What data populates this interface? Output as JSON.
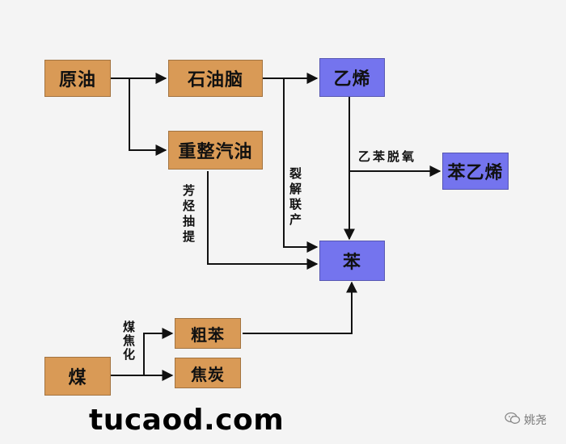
{
  "nodes": {
    "crude_oil": "原油",
    "naphtha": "石油脑",
    "ethylene": "乙烯",
    "reformate": "重整汽油",
    "styrene": "苯乙烯",
    "benzene": "苯",
    "coal": "煤",
    "crude_benzene": "粗苯",
    "coke": "焦炭"
  },
  "edge_labels": {
    "aromatics_extraction": "芳烃抽提",
    "cracking_coproduction": "裂解联产",
    "ethylbenzene_dehydrogenation": "乙苯脱氧",
    "coal_coking": "煤焦化"
  },
  "watermark": "tucaod.com",
  "wechat_account": "姚尧",
  "colors": {
    "raw_node": "#d99a56",
    "product_node": "#7474ee",
    "arrow": "#111111"
  },
  "icons": {
    "wechat": "wechat-icon"
  }
}
